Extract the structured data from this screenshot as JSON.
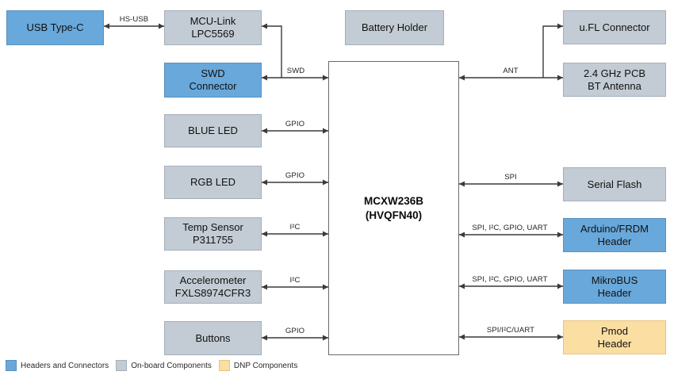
{
  "colors": {
    "headers_and_connectors_blue": "#69A8DA",
    "onboard_components_gray": "#C3CCD5",
    "dnp_components_orange": "#FBDEA2"
  },
  "chip": {
    "label": "MCXW236B\n(HVQFN40)"
  },
  "boxes": {
    "usb_type_c": {
      "label": "USB Type-C",
      "type": "header"
    },
    "mcu_link": {
      "label": "MCU-Link\nLPC5569",
      "type": "onboard"
    },
    "swd_connector": {
      "label": "SWD\nConnector",
      "type": "header"
    },
    "blue_led": {
      "label": "BLUE LED",
      "type": "onboard"
    },
    "rgb_led": {
      "label": "RGB LED",
      "type": "onboard"
    },
    "temp_sensor": {
      "label": "Temp Sensor\nP311755",
      "type": "onboard"
    },
    "accelerometer": {
      "label": "Accelerometer\nFXLS8974CFR3",
      "type": "onboard"
    },
    "buttons": {
      "label": "Buttons",
      "type": "onboard"
    },
    "battery_holder": {
      "label": "Battery Holder",
      "type": "onboard"
    },
    "ufl_connector": {
      "label": "u.FL Connector",
      "type": "onboard"
    },
    "bt_antenna": {
      "label": "2.4 GHz PCB\nBT Antenna",
      "type": "onboard"
    },
    "serial_flash": {
      "label": "Serial Flash",
      "type": "onboard"
    },
    "arduino_frdm_header": {
      "label": "Arduino/FRDM\nHeader",
      "type": "header"
    },
    "mikrobus_header": {
      "label": "MikroBUS\nHeader",
      "type": "header"
    },
    "pmod_header": {
      "label": "Pmod\nHeader",
      "type": "dnp"
    }
  },
  "links": {
    "hs_usb": "HS-USB",
    "swd": "SWD",
    "gpio_blue_led": "GPIO",
    "gpio_rgb_led": "GPIO",
    "i2c_temp_sensor": "I²C",
    "i2c_accelerometer": "I²C",
    "gpio_buttons": "GPIO",
    "ant": "ANT",
    "spi": "SPI",
    "arduino_frdm_bus": "SPI, I²C, GPIO, UART",
    "mikrobus_bus": "SPI, I²C, GPIO, UART",
    "pmod_bus": "SPI/I²C/UART"
  },
  "legend": {
    "headers_connectors": "Headers and Connectors",
    "onboard_components": "On-board Components",
    "dnp_components": "DNP Components"
  }
}
